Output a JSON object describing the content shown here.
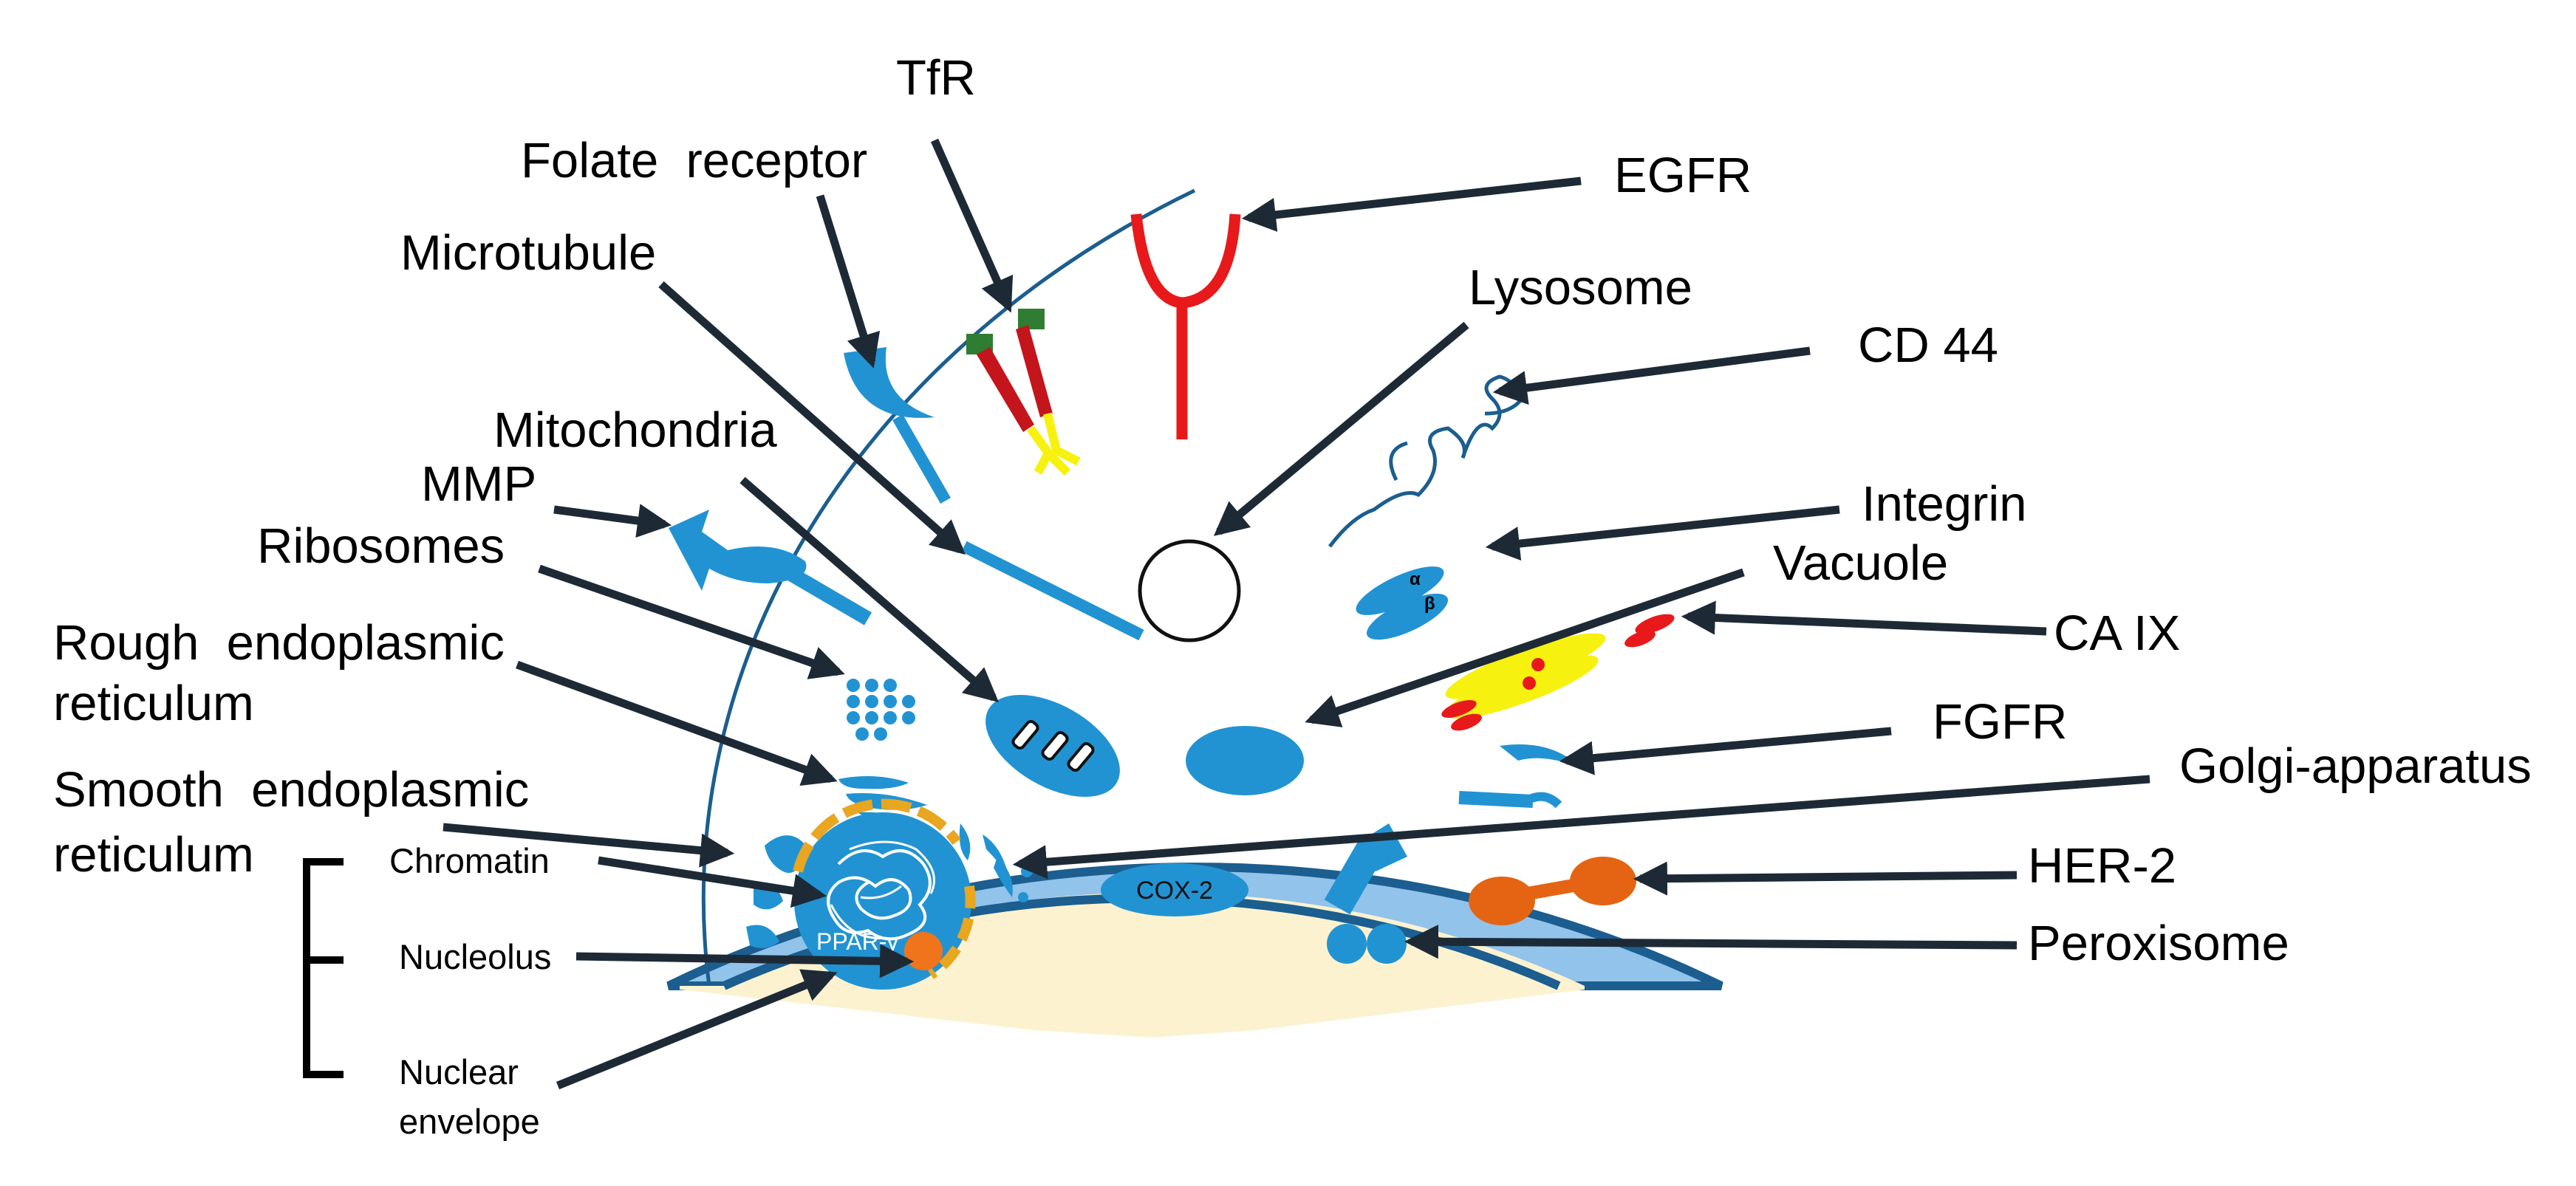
{
  "labels": {
    "tfr": "TfR",
    "folate_receptor": "Folate  receptor",
    "egfr": "EGFR",
    "microtubule": "Microtubule",
    "lysosome": "Lysosome",
    "cd44": "CD 44",
    "mitochondria": "Mitochondria",
    "mmp": "MMP",
    "integrin": "Integrin",
    "ribosomes": "Ribosomes",
    "vacuole": "Vacuole",
    "rough_er_line1": "Rough  endoplasmic",
    "rough_er_line2": "reticulum",
    "ca_ix": "CA IX",
    "fgfr": "FGFR",
    "golgi": "Golgi-apparatus",
    "smooth_er_line1": "Smooth  endoplasmic",
    "smooth_er_line2": "reticulum",
    "chromatin": "Chromatin",
    "her2": "HER-2",
    "nucleolus": "Nucleolus",
    "peroxisome": "Peroxisome",
    "nuclear_envelope_line1": "Nuclear",
    "nuclear_envelope_line2": "envelope"
  },
  "inner_text": {
    "cox2": "COX-2",
    "ppar": "PPAR-γ",
    "alpha": "α",
    "beta": "β"
  },
  "colors": {
    "membrane_dark": "#1b5e8f",
    "membrane_fill": "#92c3ea",
    "cytoplasm": "#fdf2d0",
    "organelle_blue": "#2293d2",
    "arrow": "#1d2a36",
    "egfr_red": "#e8191b",
    "her2_orange": "#e46413",
    "ca_ix_yellow": "#f7f10f"
  }
}
